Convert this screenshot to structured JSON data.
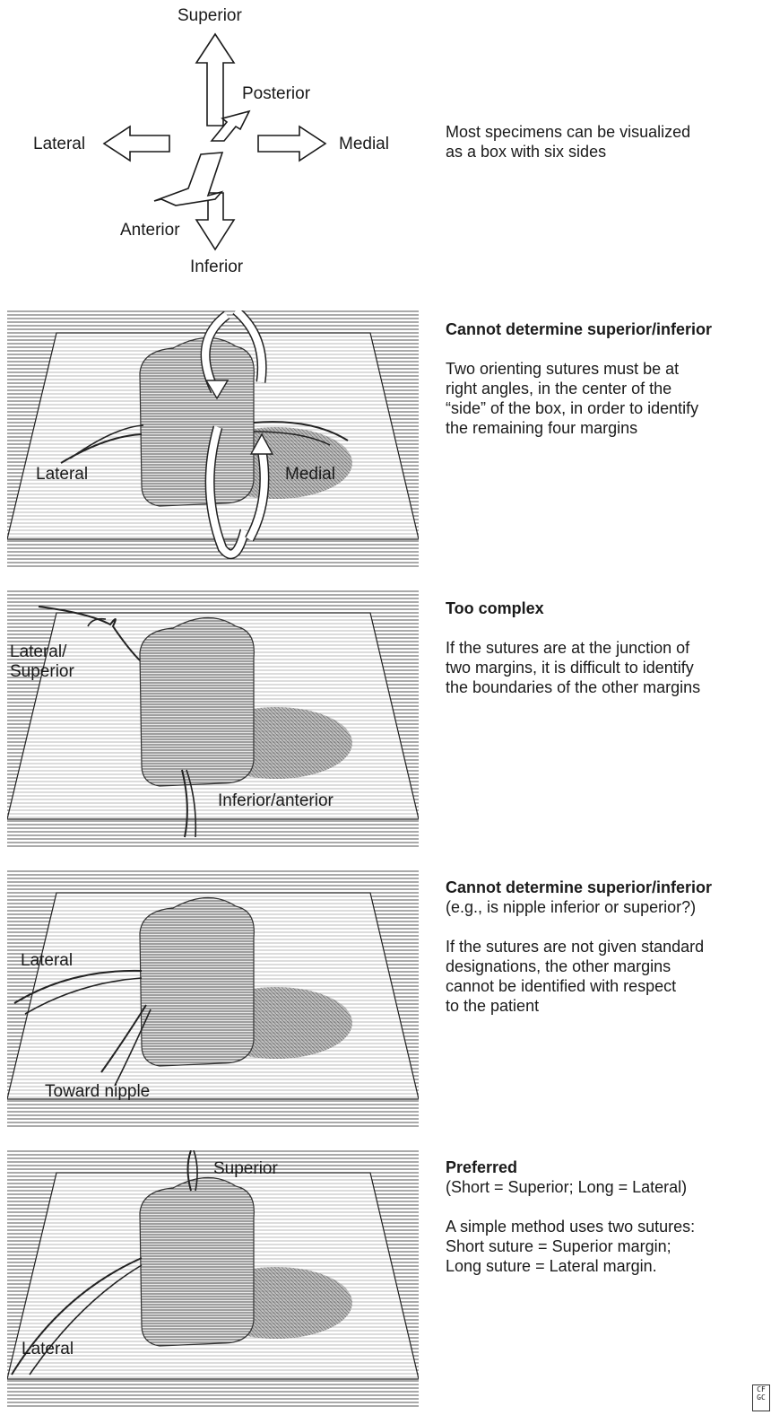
{
  "compass": {
    "superior": "Superior",
    "posterior": "Posterior",
    "lateral": "Lateral",
    "medial": "Medial",
    "anterior": "Anterior",
    "inferior": "Inferior",
    "caption": "Most specimens can be visualized\nas a box with six sides"
  },
  "panels": [
    {
      "labels": [
        "Lateral",
        "Medial"
      ],
      "heading": "Cannot determine superior/inferior",
      "subheading": "",
      "body": "Two orienting sutures must be at\nright angles, in the center of the\n“side” of the box, in order to identify\nthe remaining four margins"
    },
    {
      "labels": [
        "Lateral/\nSuperior",
        "Inferior/anterior"
      ],
      "heading": "Too complex",
      "subheading": "",
      "body": "If the sutures are at the junction of\ntwo margins, it is difficult to identify\nthe boundaries of the other margins"
    },
    {
      "labels": [
        "Lateral",
        "Toward nipple"
      ],
      "heading": "Cannot determine superior/inferior",
      "subheading": "(e.g., is nipple inferior or superior?)",
      "body": "If the sutures are not given standard\ndesignations, the other margins\ncannot be identified with respect\nto the patient"
    },
    {
      "labels": [
        "Superior",
        "Lateral"
      ],
      "heading": "Preferred",
      "subheading": "(Short = Superior; Long = Lateral)",
      "body": "A simple method uses two sutures:\nShort suture = Superior margin;\nLong suture = Lateral margin."
    }
  ],
  "signature": "CF GC"
}
